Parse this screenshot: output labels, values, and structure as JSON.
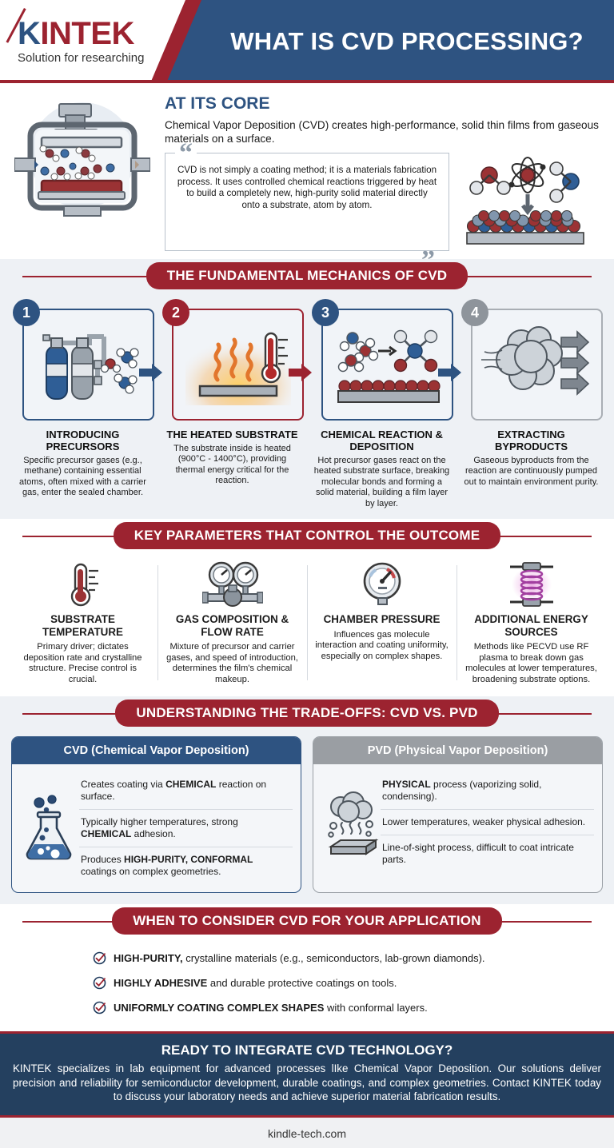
{
  "brand": {
    "logo_name": "KINTEK",
    "logo_k": "K",
    "logo_rest": "INTEK",
    "tagline": "Solution for researching",
    "accent_red": "#9c2330",
    "accent_blue": "#2e5381",
    "dark_navy": "#24405f"
  },
  "header": {
    "title": "WHAT IS CVD PROCESSING?"
  },
  "core": {
    "heading": "AT ITS CORE",
    "intro": "Chemical Vapor Deposition (CVD) creates high-performance, solid thin films from gaseous materials on a surface.",
    "quote": "CVD is not simply a coating method; it is a materials fabrication process. It uses controlled chemical reactions triggered by heat to build a completely new, high-purity solid material directly onto a substrate, atom by atom.",
    "quote_open": "“",
    "quote_close": "”",
    "reactor_icon": "cvd-reactor-icon",
    "deposition_icon": "atomic-deposition-icon"
  },
  "mechanics": {
    "ribbon": "THE FUNDAMENTAL MECHANICS OF CVD",
    "steps": [
      {
        "number": "1",
        "title": "INTRODUCING PRECURSORS",
        "desc": "Specific precursor gases (e.g., methane) containing essential atoms, often mixed with a carrier gas, enter the sealed chamber.",
        "icon": "gas-cylinders-icon",
        "color": "#2e5381"
      },
      {
        "number": "2",
        "title": "THE HEATED SUBSTRATE",
        "desc": "The substrate inside is heated (900°C - 1400°C), providing thermal energy critical for the reaction.",
        "icon": "heated-substrate-icon",
        "color": "#9c2330"
      },
      {
        "number": "3",
        "title": "CHEMICAL REACTION & DEPOSITION",
        "desc": "Hot precursor gases react on the heated substrate surface, breaking molecular bonds and forming a solid material, building a film layer by layer.",
        "icon": "chemical-reaction-icon",
        "color": "#2e5381"
      },
      {
        "number": "4",
        "title": "EXTRACTING BYPRODUCTS",
        "desc": "Gaseous byproducts from the reaction are continuously pumped out to maintain environment purity.",
        "icon": "exhaust-cloud-icon",
        "color": "#8e949b"
      }
    ]
  },
  "parameters": {
    "ribbon": "KEY PARAMETERS THAT CONTROL THE OUTCOME",
    "items": [
      {
        "title": "SUBSTRATE TEMPERATURE",
        "desc": "Primary driver; dictates deposition rate and crystalline structure. Precise control is crucial.",
        "icon": "thermometer-icon"
      },
      {
        "title": "GAS COMPOSITION & FLOW RATE",
        "desc": "Mixture of precursor and carrier gases, and speed of introduction, determines the film's chemical makeup.",
        "icon": "gas-regulator-gauges-icon"
      },
      {
        "title": "CHAMBER PRESSURE",
        "desc": "Influences gas molecule interaction and coating uniformity, especially on complex shapes.",
        "icon": "pressure-gauge-icon"
      },
      {
        "title": "ADDITIONAL ENERGY SOURCES",
        "desc": "Methods like PECVD use RF plasma to break down gas molecules at lower temperatures, broadening substrate options.",
        "icon": "rf-plasma-coil-icon"
      }
    ]
  },
  "comparison": {
    "ribbon": "UNDERSTANDING THE TRADE-OFFS: CVD VS. PVD",
    "cvd": {
      "title": "CVD (Chemical Vapor Deposition)",
      "icon": "flask-icon",
      "items": [
        "Creates coating via CHEMICAL reaction on surface.",
        "Typically higher temperatures, strong CHEMICAL adhesion.",
        "Produces HIGH-PURITY, CONFORMAL coatings on complex geometries."
      ],
      "bold_terms": [
        "CHEMICAL",
        "CHEMICAL",
        "HIGH-PURITY, CONFORMAL"
      ]
    },
    "pvd": {
      "title": "PVD (Physical Vapor Deposition)",
      "icon": "vapor-cloud-substrate-icon",
      "items": [
        "PHYSICAL process (vaporizing solid, condensing).",
        "Lower temperatures, weaker physical adhesion.",
        "Line-of-sight process, difficult to coat intricate parts."
      ],
      "bold_terms": [
        "PHYSICAL",
        "",
        ""
      ]
    }
  },
  "when": {
    "ribbon": "WHEN TO CONSIDER CVD FOR YOUR APPLICATION",
    "items": [
      {
        "bold": "HIGH-PURITY,",
        "rest": " crystalline materials (e.g., semiconductors, lab-grown diamonds).",
        "icon": "check-circle-icon"
      },
      {
        "bold": "HIGHLY ADHESIVE",
        "rest": " and durable protective coatings on tools.",
        "icon": "check-circle-icon"
      },
      {
        "bold": "UNIFORMLY COATING COMPLEX SHAPES",
        "rest": " with conformal layers.",
        "icon": "check-circle-icon"
      }
    ]
  },
  "cta": {
    "title": "READY TO INTEGRATE CVD TECHNOLOGY?",
    "text": "KINTEK specializes in lab equipment for advanced processes lIke Chemical Vapor Deposition. Our solutions deliver precision and reliability for semiconductor development, durable coatings, and complex geometries. Contact KINTEK today to discuss your laboratory needs and achieve superior material fabrication results."
  },
  "footer": {
    "site": "kindle-tech.com"
  }
}
